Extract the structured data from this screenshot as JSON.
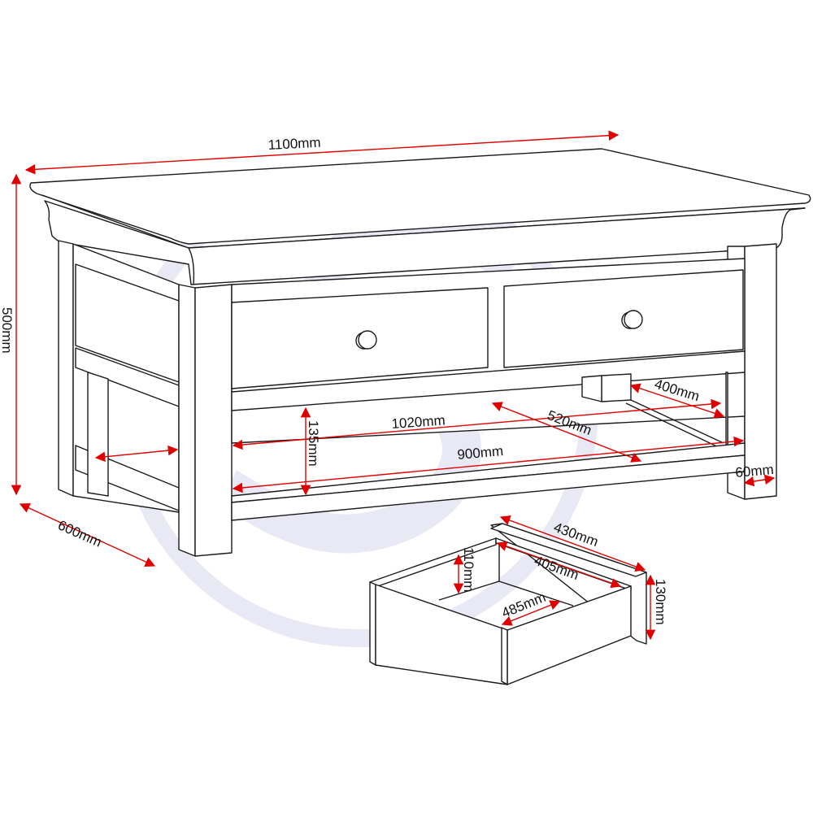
{
  "diagram": {
    "subject": "Coffee table with two drawers and lower shelf",
    "colors": {
      "outline": "#1a1a1a",
      "dimension_arrow": "#e00000",
      "watermark": "#e9e9f6",
      "background": "#ffffff"
    },
    "dimensions": {
      "overall_width": "1100mm",
      "overall_height": "500mm",
      "overall_depth": "600mm",
      "inner_width": "1020mm",
      "shelf_width": "900mm",
      "shelf_depth": "520mm",
      "side_depth": "400mm",
      "shelf_clearance": "135mm",
      "leg_width": "60mm"
    },
    "drawer": {
      "outer_depth": "430mm",
      "inner_depth": "405mm",
      "inner_width": "485mm",
      "inner_height": "110mm",
      "front_height": "130mm"
    },
    "watermark": "S logo in circle"
  }
}
